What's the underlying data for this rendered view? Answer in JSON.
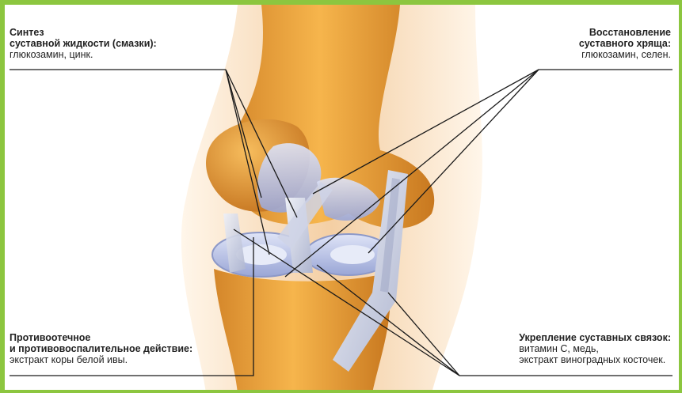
{
  "labels": {
    "synthesis": {
      "title_line1": "Синтез",
      "title_line2": "суставной жидкости (смазки):",
      "text": "глюкозамин, цинк."
    },
    "restoration": {
      "title_line1": "Восстановление",
      "title_line2": "суставного хряща:",
      "text": "глюкозамин, селен."
    },
    "anti_inflammatory": {
      "title_line1": "Противоотечное",
      "title_line2": "и противовоспалительное действие:",
      "text": "экстракт коры белой ивы."
    },
    "ligaments": {
      "title": "Укрепление суставных связок:",
      "text_line1": "витамин С, медь,",
      "text_line2": "экстракт виноградных косточек."
    }
  },
  "colors": {
    "frame": "#8cc63f",
    "bone": "#e8a030",
    "cartilage": "#b9c3e8",
    "ligament": "#c8cde0",
    "skin": "#f7d7b3"
  }
}
